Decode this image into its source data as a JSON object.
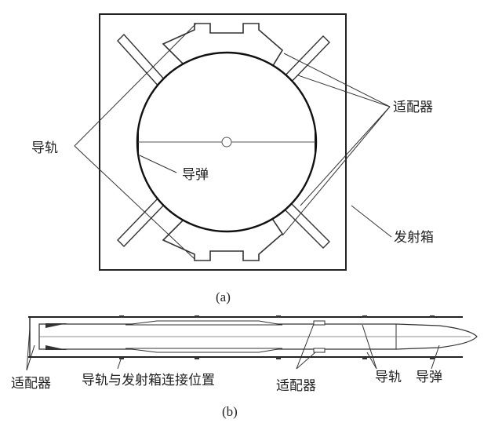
{
  "view_a": {
    "labels": {
      "adapter": "适配器",
      "rail": "导轨",
      "missile": "导弹",
      "launch_box": "发射箱"
    },
    "caption": "(a)"
  },
  "view_b": {
    "labels": {
      "adapter_left": "适配器",
      "rail_box_connection": "导轨与发射箱连接位置",
      "adapter_mid": "适配器",
      "rail": "导轨",
      "missile": "导弹"
    },
    "caption": "(b)"
  }
}
